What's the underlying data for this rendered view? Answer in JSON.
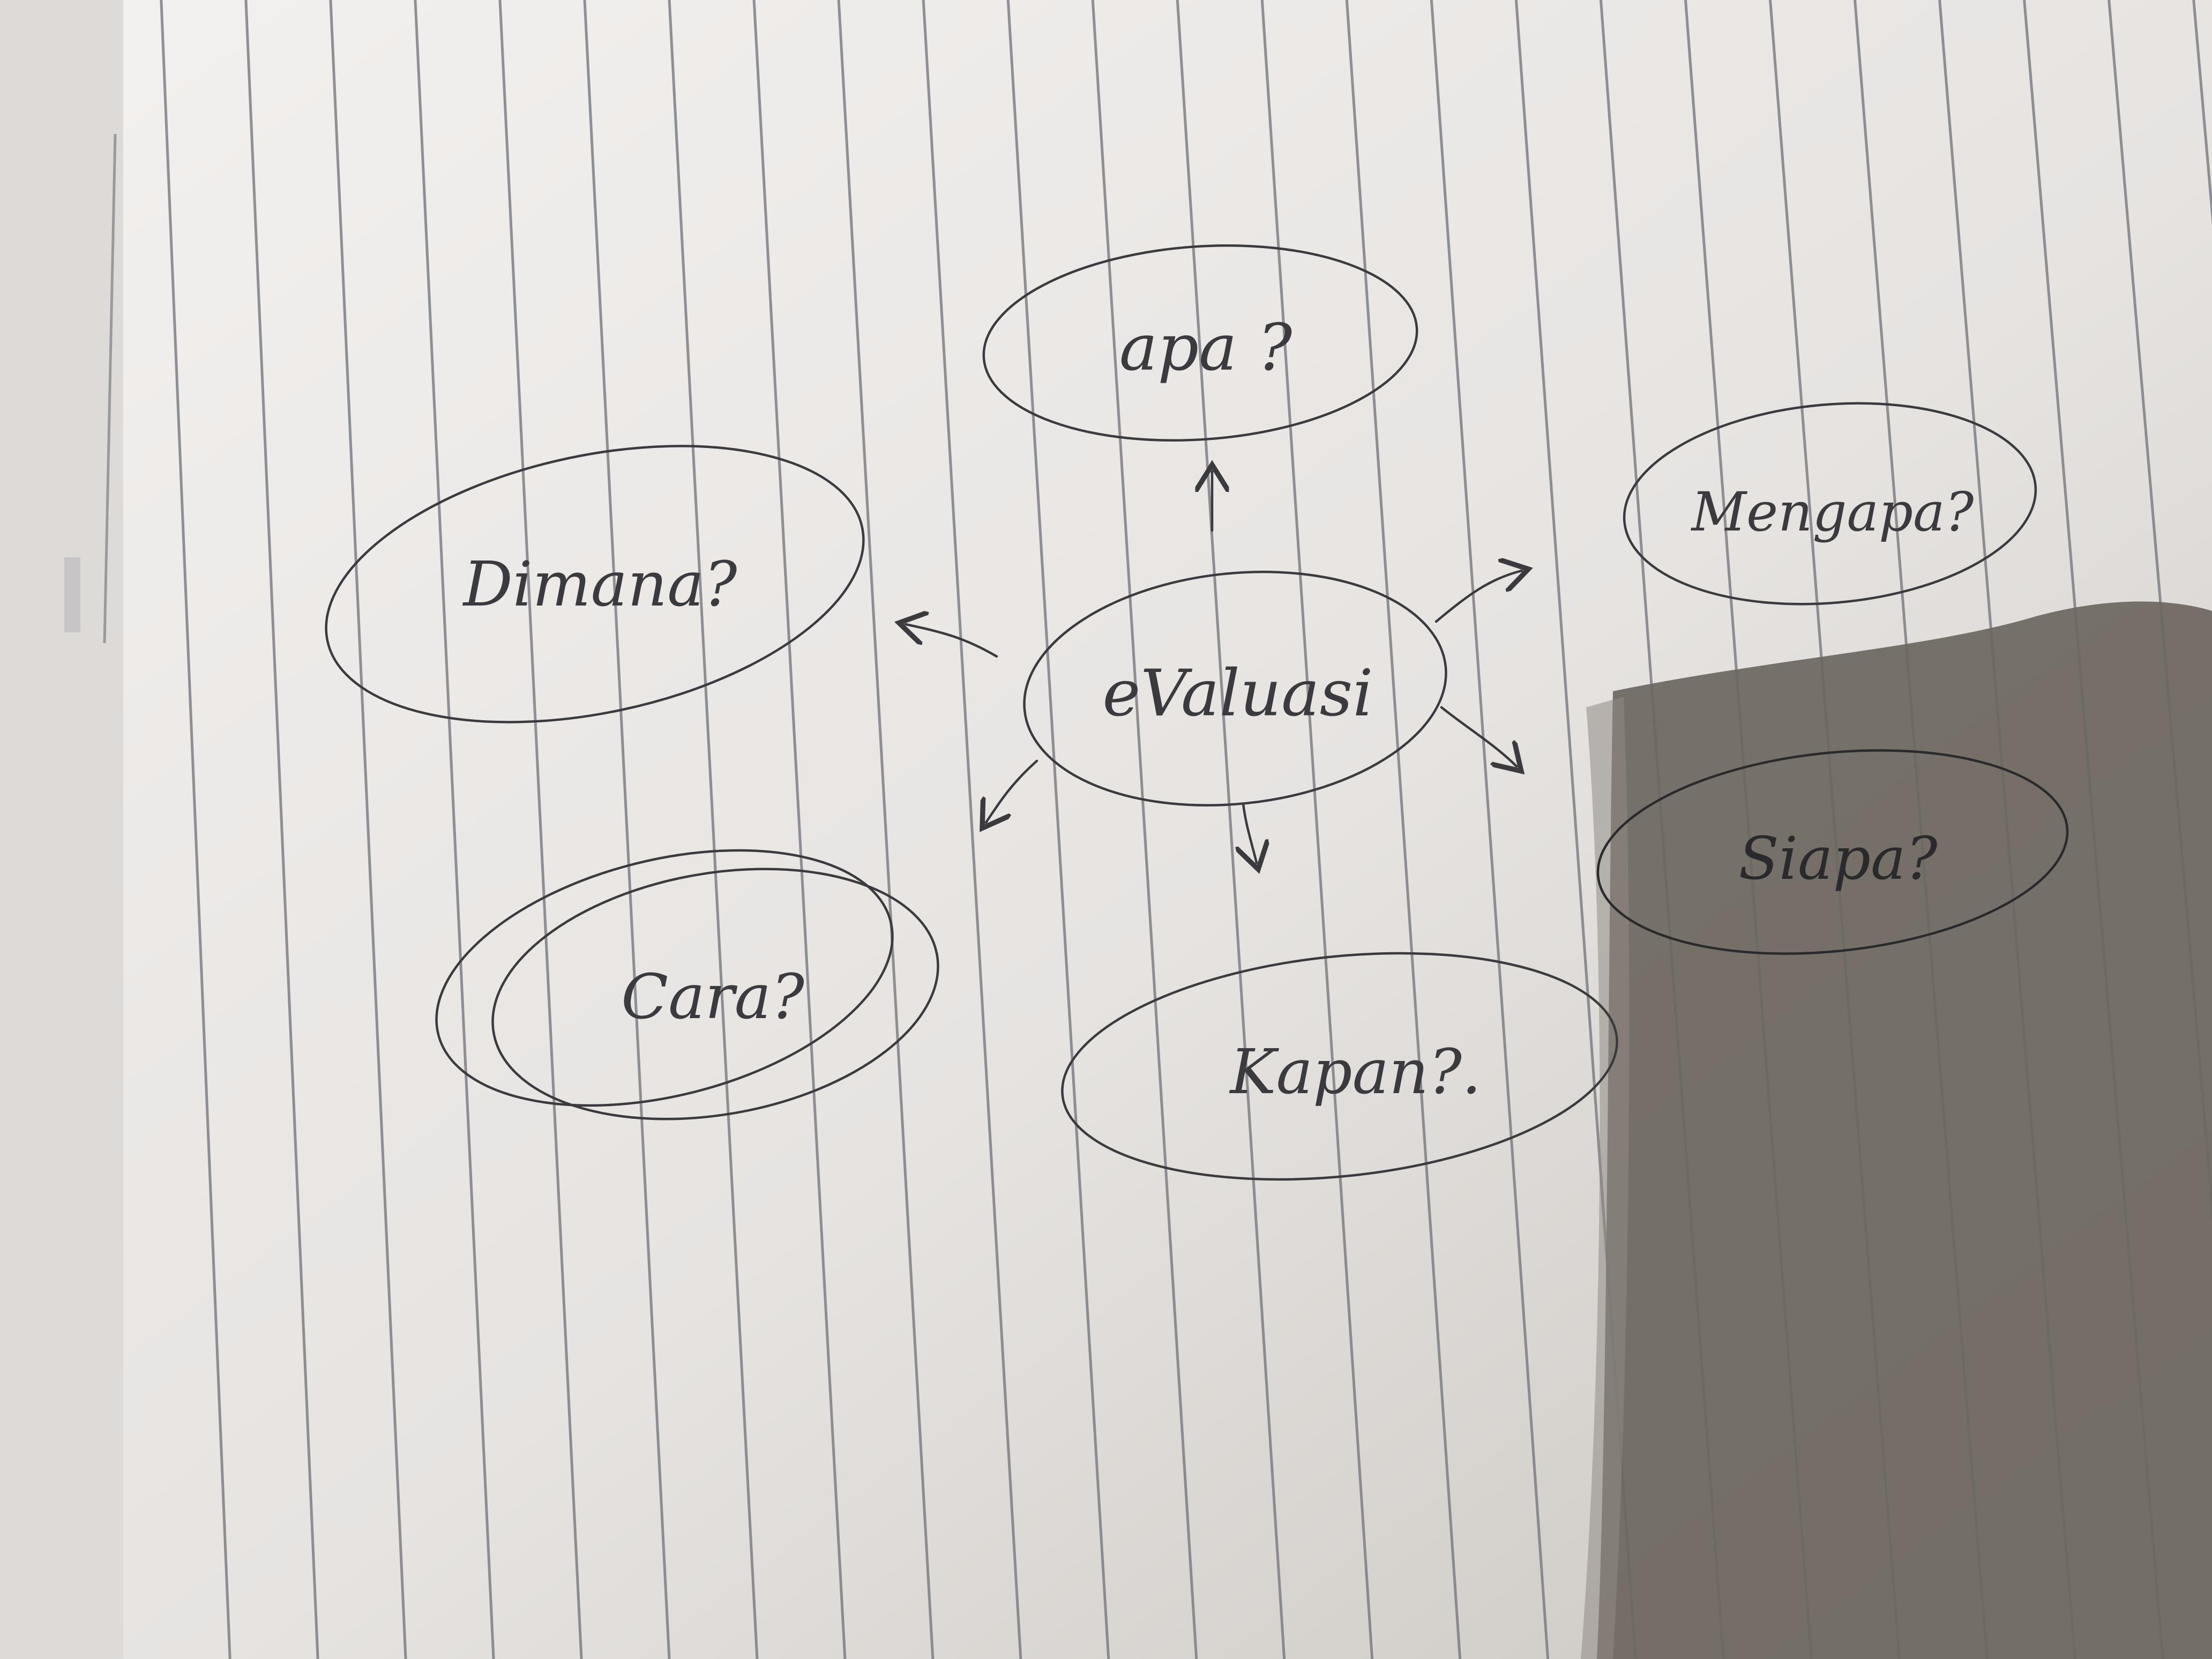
{
  "center": {
    "label": "eValuasi"
  },
  "nodes": [
    {
      "id": "apa",
      "label": "apa ?"
    },
    {
      "id": "dimana",
      "label": "Dimana?"
    },
    {
      "id": "mengapa",
      "label": "Mengapa?"
    },
    {
      "id": "cara",
      "label": "Cara?"
    },
    {
      "id": "kapan",
      "label": "Kapan?."
    },
    {
      "id": "siapa",
      "label": "Siapa?"
    }
  ],
  "colors": {
    "paper": "#ece9e7",
    "shadow": "#6e6a62",
    "rule_line": "#77787f",
    "ink": "#3b3b3f"
  }
}
